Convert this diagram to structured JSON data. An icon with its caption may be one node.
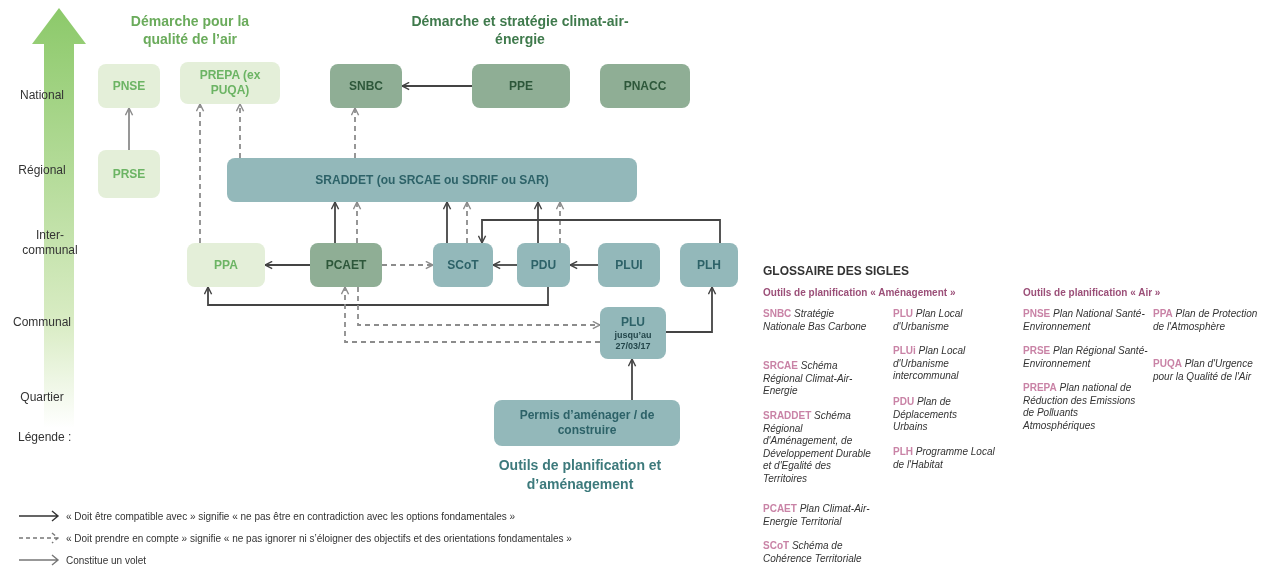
{
  "diagram": {
    "nodes": [
      {
        "text": [
          "PNSE"
        ]
      },
      {
        "text": [
          "PRSE"
        ]
      },
      {
        "text": [
          "PREPA (ex PUQA)"
        ]
      },
      {
        "text": [
          "SNBC"
        ]
      },
      {
        "text": [
          "PPE"
        ]
      },
      {
        "text": [
          "PNACC"
        ]
      },
      {
        "text": [
          "SRADDET (ou SRCAE ou SDRIF ou SAR)"
        ]
      },
      {
        "text": [
          "PPA"
        ]
      },
      {
        "text": [
          "PCAET"
        ]
      },
      {
        "text": [
          "SCoT"
        ]
      },
      {
        "text": [
          "PDU"
        ]
      },
      {
        "text": [
          "PLUI"
        ]
      },
      {
        "text": [
          "PLH"
        ]
      },
      {
        "text": [
          "PLU",
          "jusqu’au 27/03/17"
        ]
      },
      {
        "text": [
          "Permis d’aménager / de construire"
        ]
      }
    ],
    "edges": [
      {
        "from": 1,
        "to": 0,
        "arrow": "to",
        "color": "#8c8c8c"
      },
      {
        "from": 7,
        "to": 2,
        "arrow": "to",
        "style": "dashed",
        "color": "#8c8c8c"
      },
      {
        "from": 6,
        "to": 2,
        "arrow": "to",
        "style": "dashed",
        "color": "#8c8c8c"
      },
      {
        "from": 6,
        "to": 3,
        "arrow": "to",
        "style": "dashed",
        "color": "#8c8c8c"
      },
      {
        "from": 4,
        "to": 3,
        "arrow": "to"
      },
      {
        "from": 8,
        "to": 6,
        "arrow": "to"
      },
      {
        "from": 8,
        "to": 6,
        "arrow": "to",
        "style": "dashed",
        "color": "#8c8c8c"
      },
      {
        "from": 8,
        "to": 7,
        "arrow": "to"
      },
      {
        "from": 8,
        "to": 9,
        "arrow": "to",
        "style": "dashed",
        "color": "#8c8c8c"
      },
      {
        "from": 9,
        "to": 6,
        "arrow": "to"
      },
      {
        "from": 9,
        "to": 6,
        "arrow": "to",
        "style": "dashed",
        "color": "#8c8c8c"
      },
      {
        "from": 10,
        "to": 9,
        "arrow": "to"
      },
      {
        "from": 11,
        "to": 10,
        "arrow": "to"
      },
      {
        "from": 10,
        "to": 6,
        "arrow": "to"
      },
      {
        "from": 10,
        "to": 6,
        "arrow": "to",
        "style": "dashed",
        "color": "#8c8c8c"
      },
      {
        "from": 12,
        "to": 9,
        "arrow": "to"
      },
      {
        "from": 10,
        "to": 7,
        "arrow": "to"
      },
      {
        "from": 8,
        "to": 13,
        "arrow": "to",
        "style": "dashed",
        "color": "#8c8c8c"
      },
      {
        "from": 13,
        "to": 8,
        "arrow": "to",
        "style": "dashed",
        "color": "#8c8c8c"
      },
      {
        "from": 13,
        "to": 12,
        "arrow": "to"
      },
      {
        "from": 14,
        "to": 13,
        "arrow": "to"
      }
    ],
    "labels": [
      "Démarche pour la qualité de l’air",
      "Démarche et stratégie climat-air-énergie",
      "National",
      "Régional",
      "Inter-communal",
      "Communal",
      "Quartier",
      "Outils de planification et d’aménagement",
      "Légende :",
      "GLOSSAIRE DES SIGLES",
      "Outils de planification « Aménagement »",
      "Outils de planification « Air »",
      "**SNBC** Stratégie Nationale Bas Carbone",
      "**SRCAE** Schéma Régional Climat-Air-Energie",
      "**SRADDET** Schéma Régional d'Aménagement, de Développement Durable et d'Egalité des Territoires",
      "**PCAET** Plan Climat-Air-Energie Territorial",
      "**SCoT** Schéma de Cohérence Territoriale",
      "**PLU** Plan Local d'Urbanisme",
      "**PLUi** Plan Local d'Urbanisme intercommunal",
      "**PDU** Plan de Déplacements Urbains",
      "**PLH** Programme Local de l'Habitat",
      "**PNSE** Plan National Santé-Environnement",
      "**PRSE** Plan Régional Santé-Environnement",
      "**PREPA** Plan national de Réduction des Emissions de Polluants Atmosphériques",
      "**PPA** Plan de Protection de l'Atmosphère",
      "**PUQA** Plan d'Urgence pour la Qualité de l'Air"
    ],
    "legend": [
      {
        "text": "« Doit être compatible avec » signifie « ne pas être en contradiction avec les options fondamentales »"
      },
      {
        "text": "« Doit prendre en compte » signifie « ne pas ignorer ni s’éloigner des objectifs et des orientations fondamentales »"
      },
      {
        "text": "Constitue un volet"
      }
    ]
  }
}
